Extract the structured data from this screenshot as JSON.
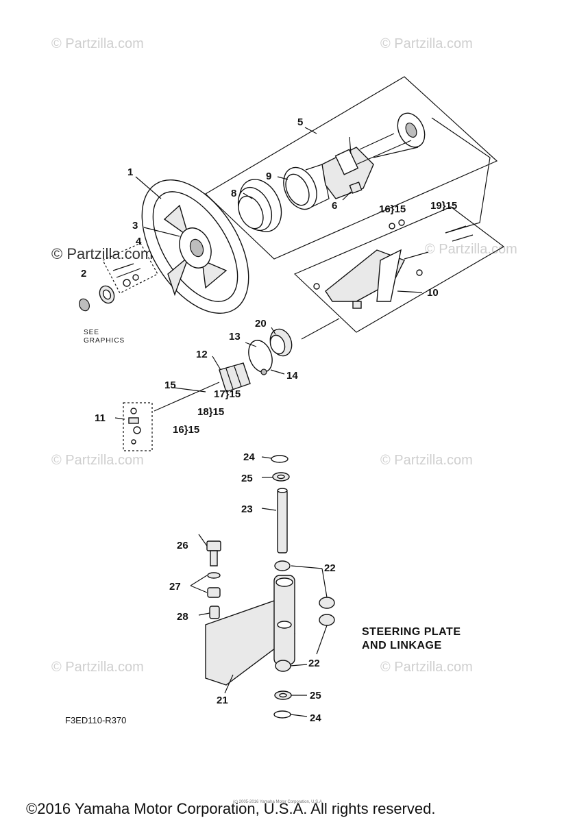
{
  "diagram": {
    "title_line1": "STEERING PLATE",
    "title_line2": "AND LINKAGE",
    "code": "F3ED110-R370",
    "see_graphics_1": "SEE",
    "see_graphics_2": "GRAPHICS",
    "watermark": "© Partzilla.com",
    "copyright": "©2016 Yamaha Motor Corporation, U.S.A. All rights reserved.",
    "fine_print": "(c) 2005-2016 Yamaha Motor Corporation, U.S.A.",
    "callouts": {
      "c1": "1",
      "c2": "2",
      "c3": "3",
      "c4": "4",
      "c5": "5",
      "c6": "6",
      "c8": "8",
      "c9": "9",
      "c10": "10",
      "c11": "11",
      "c12": "12",
      "c13": "13",
      "c14": "14",
      "c15": "15",
      "c16a": "16}15",
      "c16b": "16}15",
      "c17": "17}15",
      "c18": "18}15",
      "c19": "19}15",
      "c20": "20",
      "c21": "21",
      "c22a": "22",
      "c22b": "22",
      "c23": "23",
      "c24a": "24",
      "c24b": "24",
      "c25a": "25",
      "c25b": "25",
      "c26": "26",
      "c27": "27",
      "c28": "28"
    }
  }
}
